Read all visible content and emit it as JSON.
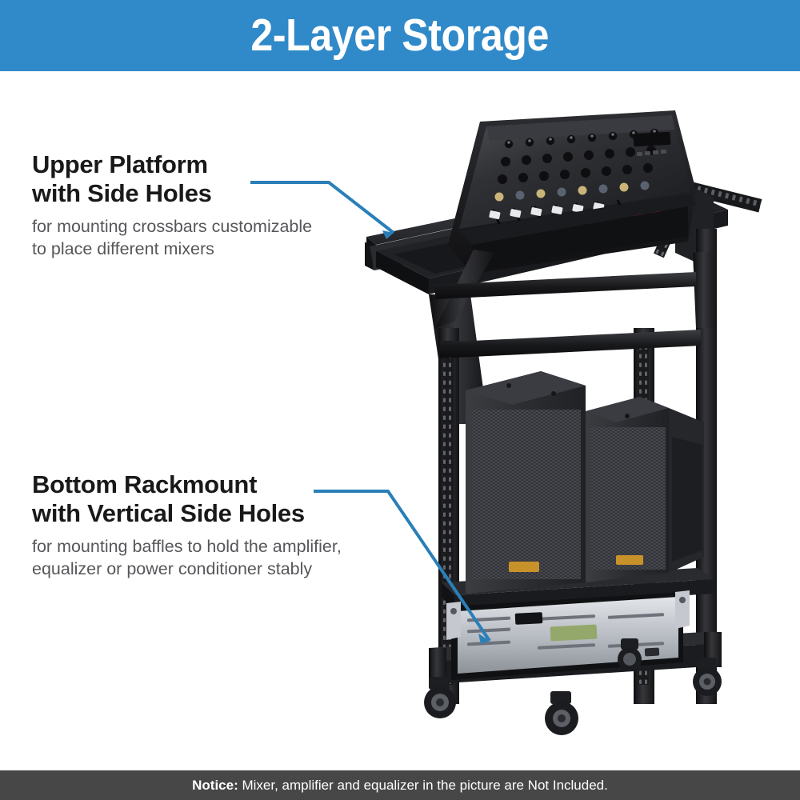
{
  "header": {
    "title": "2-Layer Storage",
    "background_color": "#3089c8",
    "text_color": "#ffffff"
  },
  "callouts": [
    {
      "id": "upper-platform",
      "heading_line1": "Upper Platform",
      "heading_line2": "with Side Holes",
      "body_line1": "for mounting crossbars customizable",
      "body_line2": "to place different mixers",
      "leader_color": "#2a7fb8"
    },
    {
      "id": "bottom-rackmount",
      "heading_line1": "Bottom Rackmount",
      "heading_line2": "with Vertical Side Holes",
      "body_line1": "for mounting baffles to hold the amplifier,",
      "body_line2": "equalizer or power conditioner stably",
      "leader_color": "#2a7fb8"
    }
  ],
  "footer": {
    "label": "Notice:",
    "text": " Mixer, amplifier and equalizer in the picture are Not Included.",
    "background_color": "#474747",
    "text_color": "#ffffff"
  },
  "product": {
    "name": "2-layer rolling rack stand with mixer, speakers and amplifier",
    "parts": {
      "mixer": "audio mixing console on upper tilted platform",
      "upper_platform": "black metal platform tray with side mounting holes",
      "rack_rails": "vertical rack rails with square mounting holes",
      "speakers": "two black speaker cabinets with mesh grilles",
      "amplifier": "rackmount amplifier with silver faceplate and display",
      "casters": "four swivel wheels at the base"
    },
    "colors": {
      "metal": "#1e1e20",
      "metal_light": "#3a3b3f",
      "metal_dark": "#0d0d0f",
      "grille": "#35363a",
      "faceplate": "#c9ccd1",
      "display": "#93a86a",
      "badge": "#c8922a"
    }
  }
}
